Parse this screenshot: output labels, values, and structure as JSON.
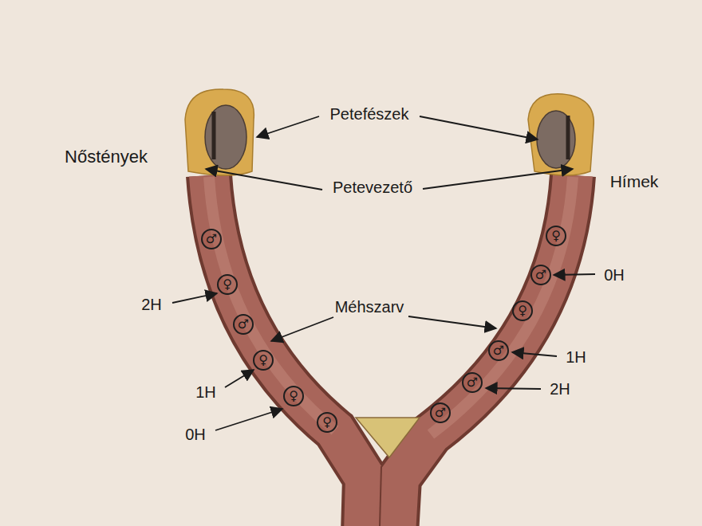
{
  "diagram": {
    "nodes": [
      {
        "text": [
          "♂"
        ]
      },
      {
        "text": [
          "♀"
        ]
      },
      {
        "text": [
          "♂"
        ]
      },
      {
        "text": [
          "♀"
        ]
      },
      {
        "text": [
          "♀"
        ]
      },
      {
        "text": [
          "♀"
        ]
      },
      {
        "text": [
          "♀"
        ]
      },
      {
        "text": [
          "♂"
        ]
      },
      {
        "text": [
          "♀"
        ]
      },
      {
        "text": [
          "♂"
        ]
      },
      {
        "text": [
          "♂"
        ]
      },
      {
        "text": [
          "♂"
        ]
      }
    ],
    "labels": [
      "Petefészek",
      "Nőstények",
      "Hímek",
      "Petevezető",
      "0H",
      "2H",
      "Méhszarv",
      "1H",
      "2H",
      "1H",
      "0H"
    ]
  }
}
